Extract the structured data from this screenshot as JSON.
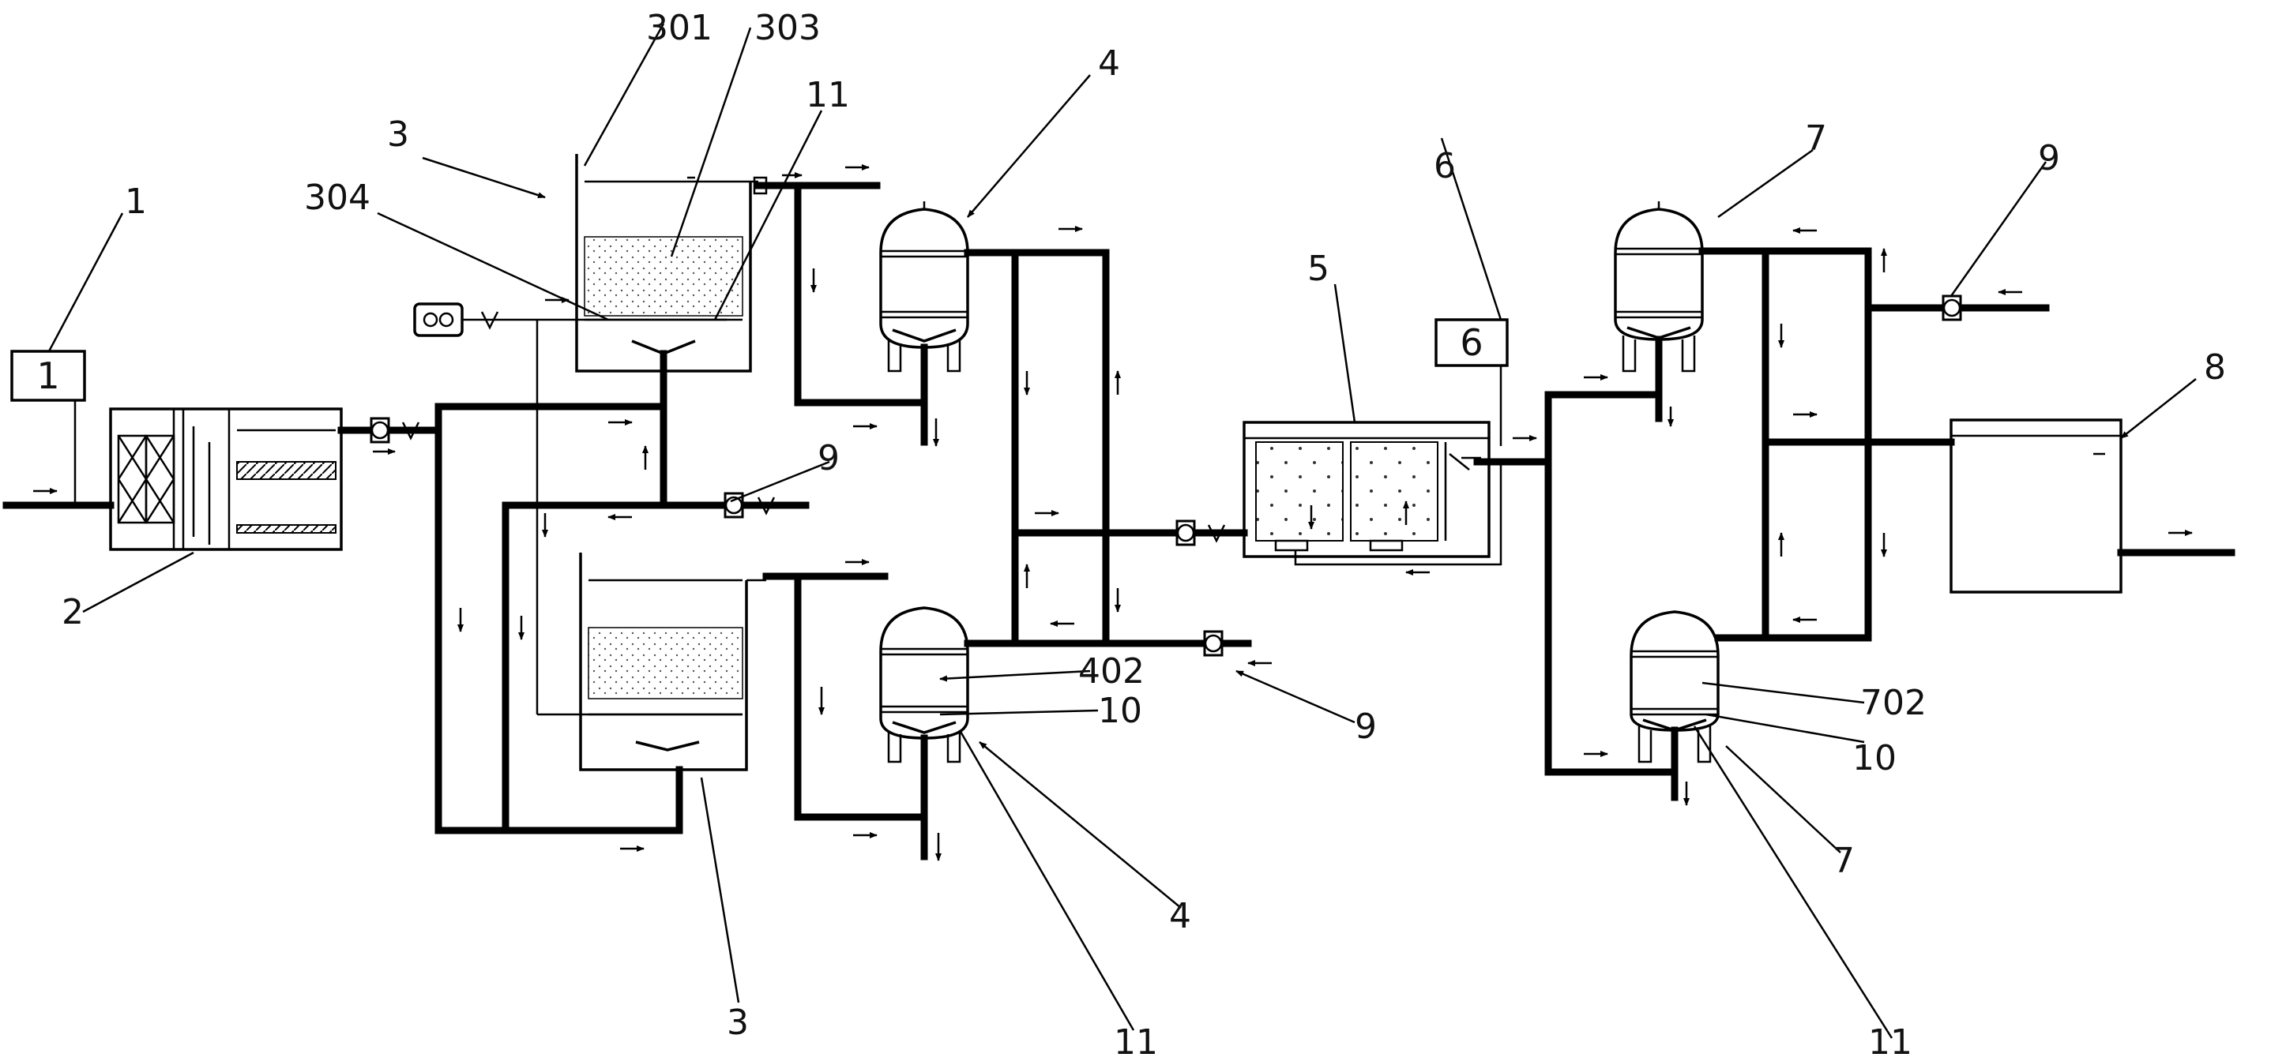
{
  "diagram": {
    "labels": [
      {
        "id": "L1",
        "text": "1"
      },
      {
        "id": "L1box",
        "text": "1"
      },
      {
        "id": "L2",
        "text": "2"
      },
      {
        "id": "L3a",
        "text": "3"
      },
      {
        "id": "L3b",
        "text": "3"
      },
      {
        "id": "L301",
        "text": "301"
      },
      {
        "id": "L303",
        "text": "303"
      },
      {
        "id": "L304",
        "text": "304"
      },
      {
        "id": "L11a",
        "text": "11"
      },
      {
        "id": "L11b",
        "text": "11"
      },
      {
        "id": "L11c",
        "text": "11"
      },
      {
        "id": "L4a",
        "text": "4"
      },
      {
        "id": "L4b",
        "text": "4"
      },
      {
        "id": "L402",
        "text": "402"
      },
      {
        "id": "L10a",
        "text": "10"
      },
      {
        "id": "L10b",
        "text": "10"
      },
      {
        "id": "L9a",
        "text": "9"
      },
      {
        "id": "L9b",
        "text": "9"
      },
      {
        "id": "L9c",
        "text": "9"
      },
      {
        "id": "L5",
        "text": "5"
      },
      {
        "id": "L6",
        "text": "6"
      },
      {
        "id": "L6box",
        "text": "6"
      },
      {
        "id": "L7a",
        "text": "7"
      },
      {
        "id": "L7b",
        "text": "7"
      },
      {
        "id": "L702",
        "text": "702"
      },
      {
        "id": "L8",
        "text": "8"
      }
    ]
  }
}
